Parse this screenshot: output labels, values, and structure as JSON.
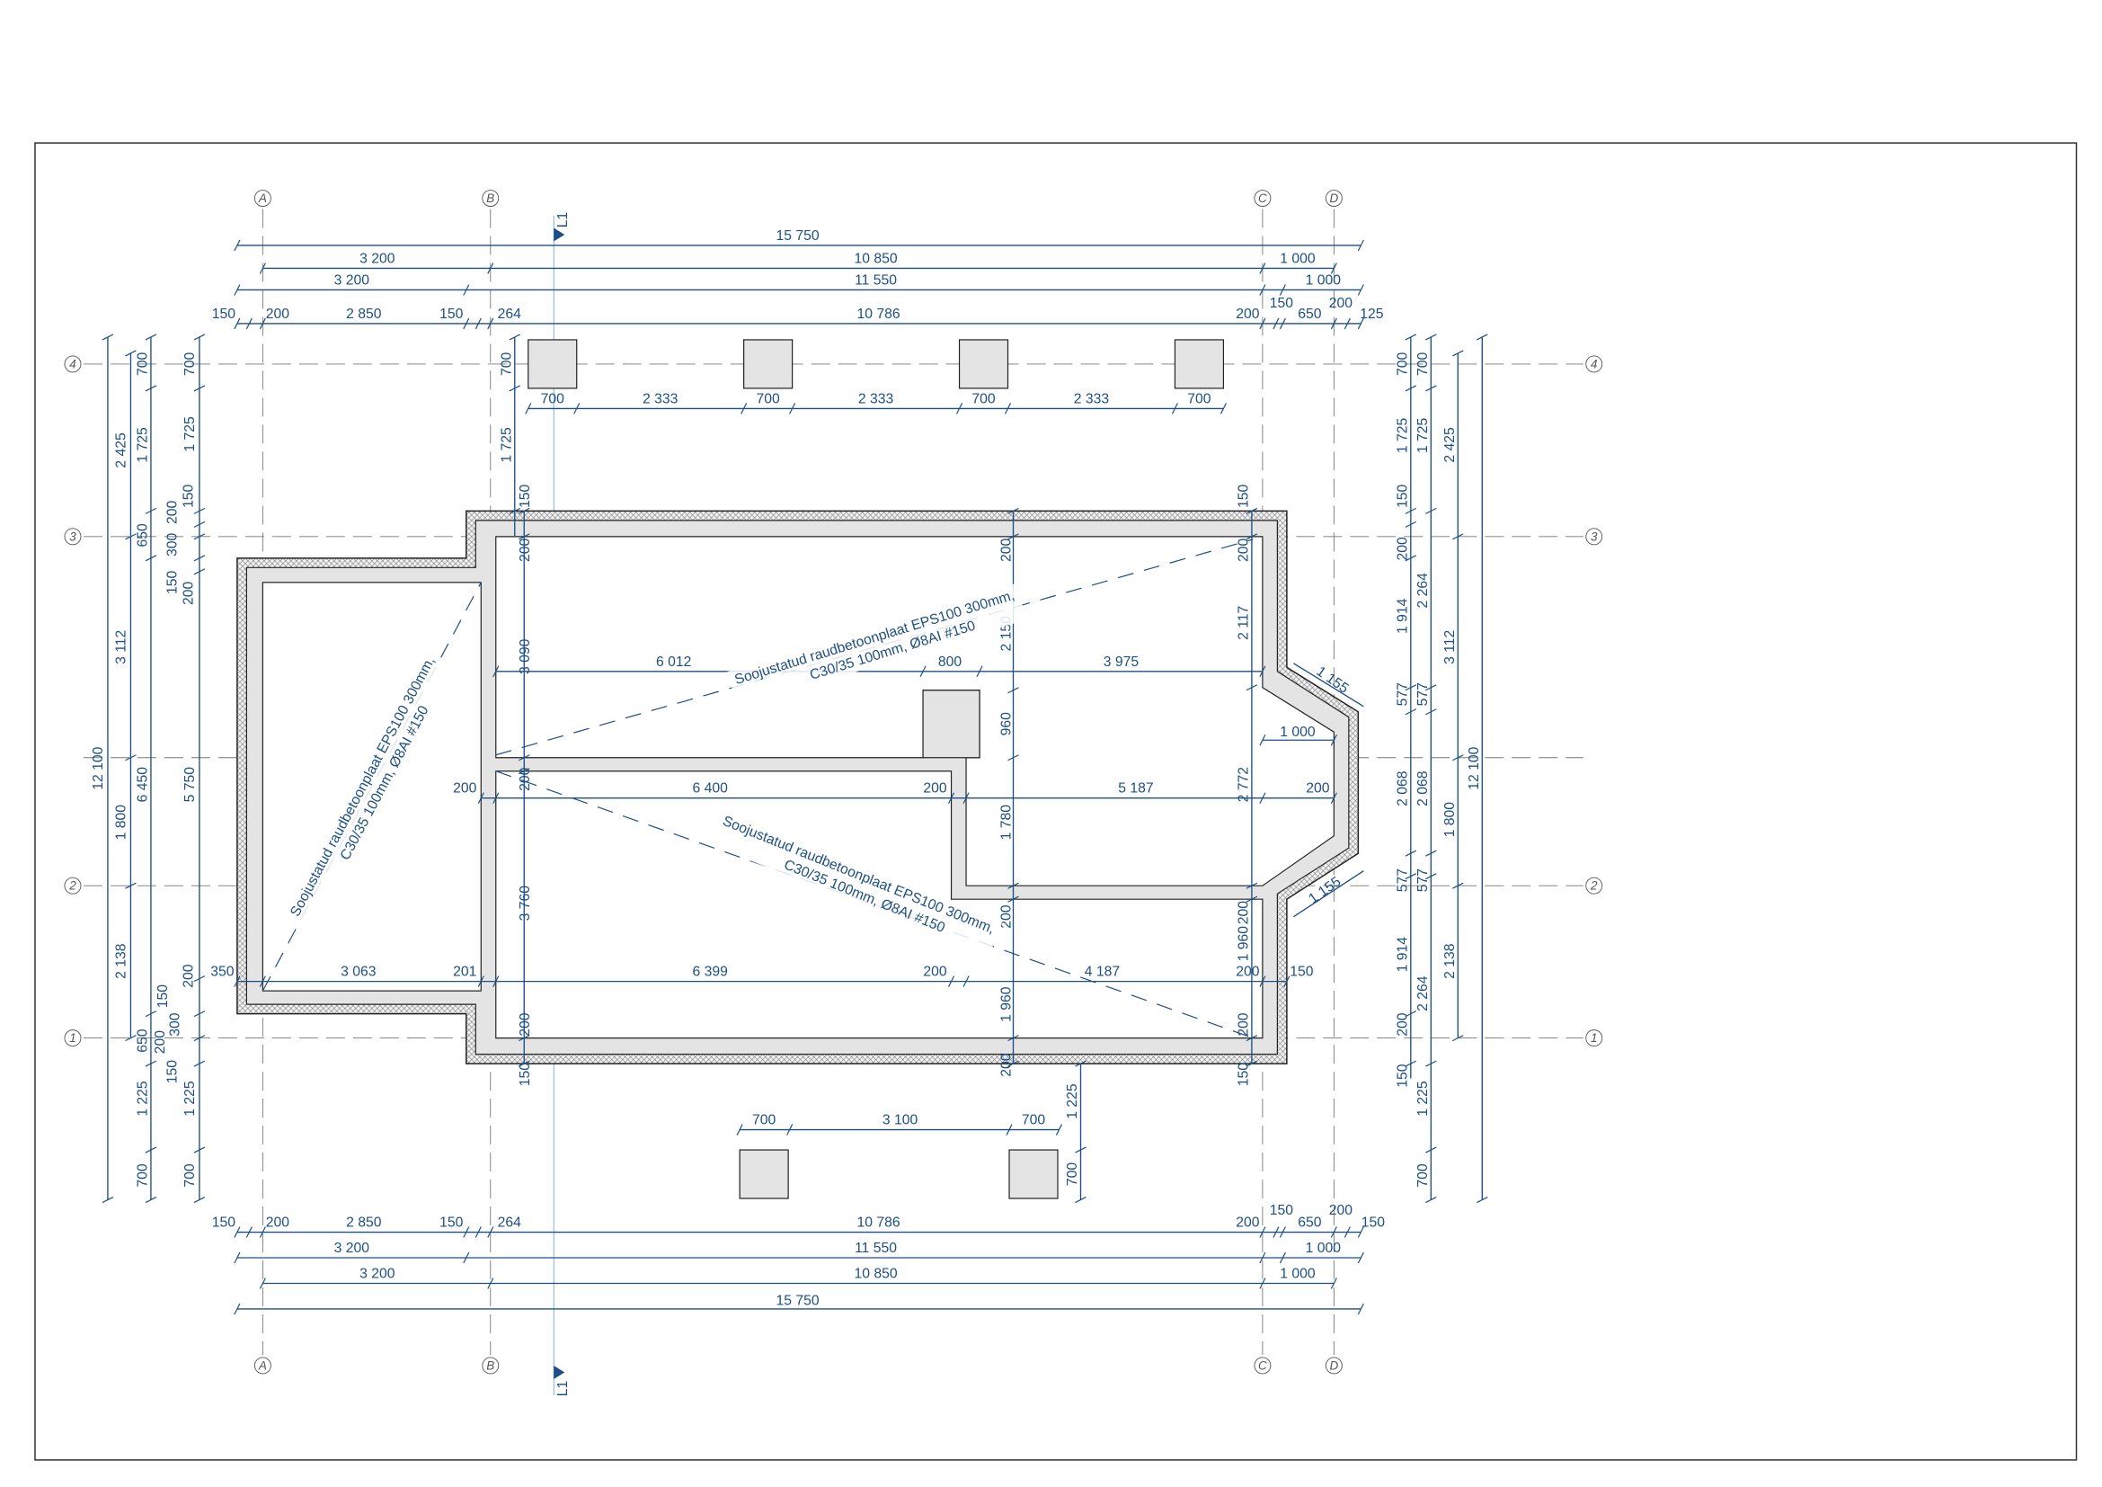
{
  "grid": {
    "columns": [
      "A",
      "B",
      "C",
      "D"
    ],
    "rows": [
      "4",
      "3",
      "2",
      "1"
    ],
    "section_marker": "L1"
  },
  "dims": {
    "top": [
      "15 750",
      "3 200",
      "10 850",
      "1 000",
      "3 200",
      "11 550",
      "1 000",
      "150",
      "200",
      "2 850",
      "150",
      "264",
      "10 786",
      "200",
      "150",
      "650",
      "200",
      "125"
    ],
    "bottom": [
      "150",
      "200",
      "2 850",
      "150",
      "264",
      "10 786",
      "200",
      "150",
      "650",
      "200",
      "150",
      "3 200",
      "11 550",
      "1 000",
      "3 200",
      "10 850",
      "1 000",
      "15 750"
    ],
    "left": [
      "12 100",
      "2 425",
      "3 112",
      "1 800",
      "2 138",
      "700",
      "1 725",
      "650",
      "6 450",
      "650",
      "1 225",
      "700",
      "200",
      "150",
      "300",
      "150",
      "200",
      "200",
      "150",
      "300",
      "200",
      "150",
      "700",
      "1 725",
      "5 750",
      "1 225",
      "700"
    ],
    "right": [
      "700",
      "1 725",
      "150",
      "200",
      "1 914",
      "577",
      "2 068",
      "577",
      "1 914",
      "200",
      "150",
      "700",
      "1 725",
      "2 264",
      "577",
      "2 068",
      "577",
      "2 264",
      "1 225",
      "700",
      "2 425",
      "3 112",
      "1 800",
      "2 138",
      "12 100"
    ],
    "interior": [
      "200",
      "3 090",
      "200",
      "3 760",
      "200",
      "150",
      "150",
      "200",
      "2 150",
      "960",
      "1 780",
      "200",
      "1 960",
      "200",
      "150",
      "200",
      "2 117",
      "2 772",
      "200",
      "1 960",
      "200",
      "150",
      "6 012",
      "800",
      "3 975",
      "1 000",
      "200",
      "6 400",
      "200",
      "5 187",
      "200",
      "350",
      "3 063",
      "201",
      "6 399",
      "200",
      "4 187",
      "200",
      "150",
      "1 155",
      "1 155"
    ],
    "piles_top": [
      "700",
      "2 333",
      "700",
      "2 333",
      "700",
      "2 333",
      "700",
      "700",
      "1 725"
    ],
    "piles_bottom": [
      "700",
      "3 100",
      "700",
      "1 225",
      "700"
    ]
  },
  "notes": [
    {
      "line1": "Soojustatud raudbetoonplaat EPS100 300mm,",
      "line2": "C30/35 100mm, Ø8AI #150"
    },
    {
      "line1": "Soojustatud raudbetoonplaat EPS100 300mm,",
      "line2": "C30/35 100mm, Ø8AI #150"
    },
    {
      "line1": "Soojustatud raudbetoonplaat EPS100 300mm,",
      "line2": "C30/35 100mm, Ø8AI #150"
    }
  ],
  "colors": {
    "dimension": "#1d4f86",
    "grid": "#777777",
    "concrete": "#e4e4e4",
    "section": "#6fa8dc"
  }
}
